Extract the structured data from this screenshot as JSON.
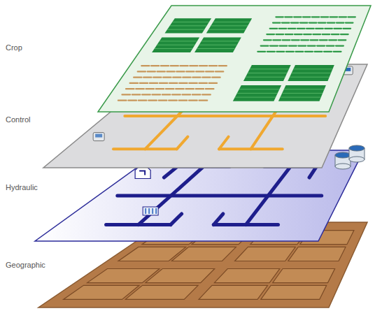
{
  "diagram": {
    "labels": [
      "Crop",
      "Control",
      "Hydraulic",
      "Geographic"
    ]
  }
}
